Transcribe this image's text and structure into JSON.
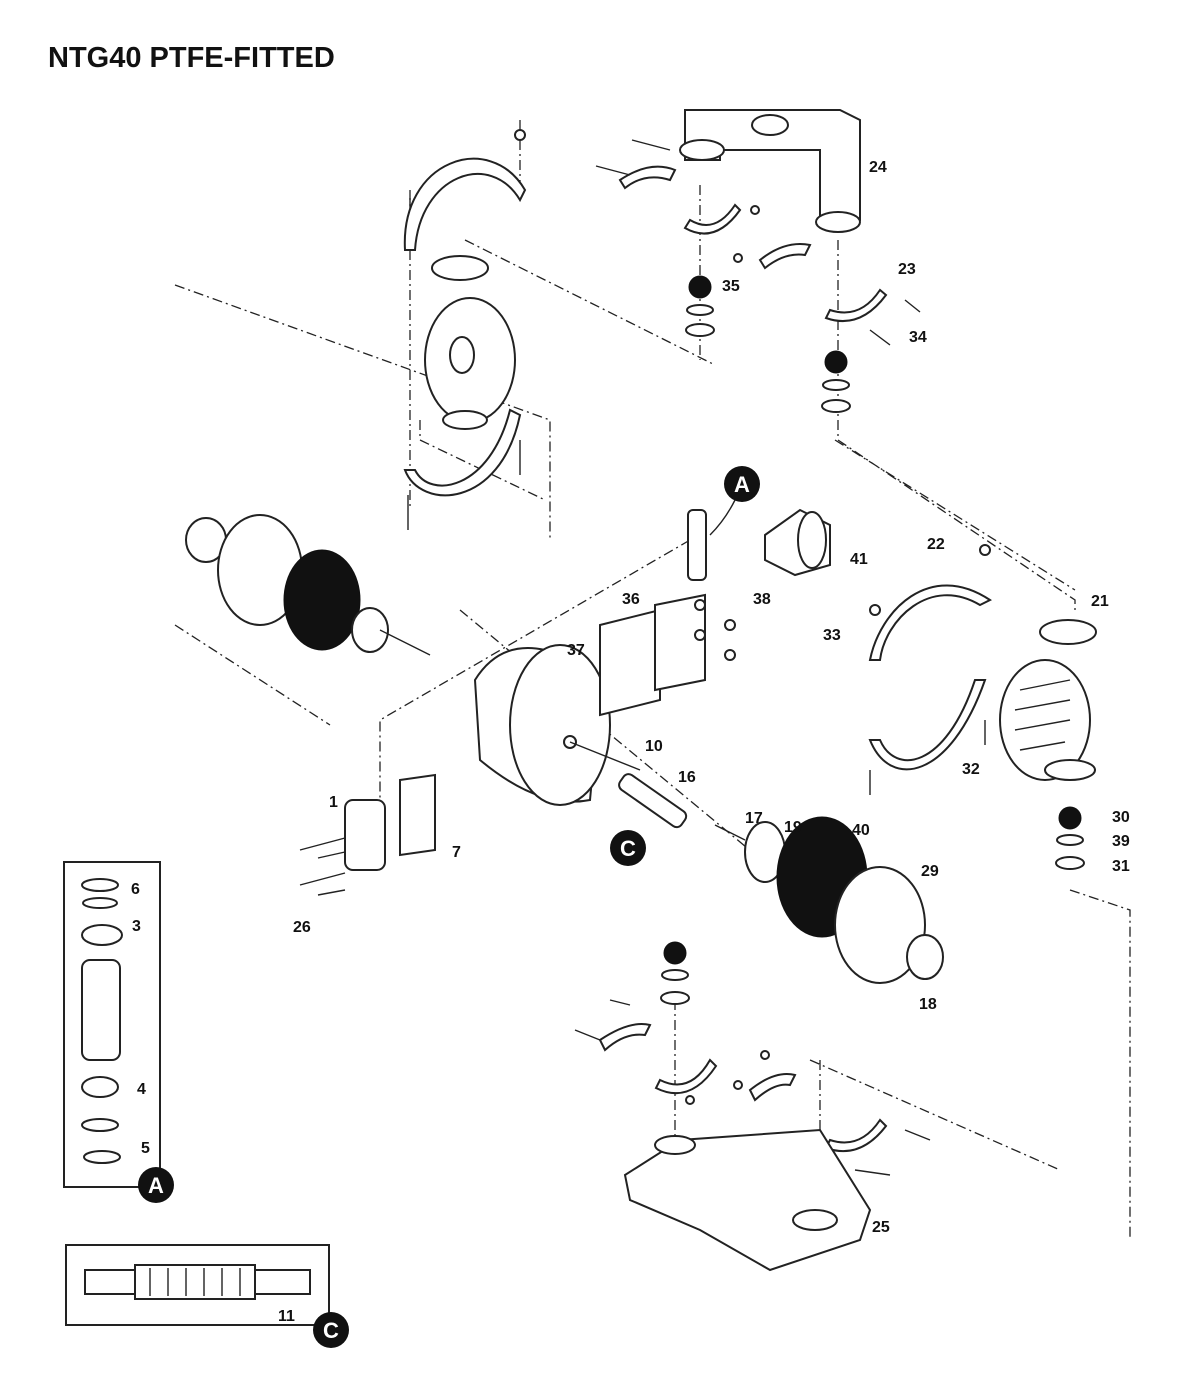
{
  "title": "NTG40 PTFE-FITTED",
  "callouts": {
    "a": "A",
    "c": "C"
  },
  "part_numbers": {
    "p1": "1",
    "p3": "3",
    "p4": "4",
    "p5": "5",
    "p6": "6",
    "p7": "7",
    "p10": "10",
    "p11": "11",
    "p16": "16",
    "p17": "17",
    "p18": "18",
    "p19": "19",
    "p21": "21",
    "p22": "22",
    "p23": "23",
    "p24": "24",
    "p25": "25",
    "p26": "26",
    "p29": "29",
    "p30": "30",
    "p31": "31",
    "p32": "32",
    "p33": "33",
    "p34": "34",
    "p35": "35",
    "p36": "36",
    "p37": "37",
    "p38": "38",
    "p39": "39",
    "p40": "40",
    "p41": "41"
  }
}
